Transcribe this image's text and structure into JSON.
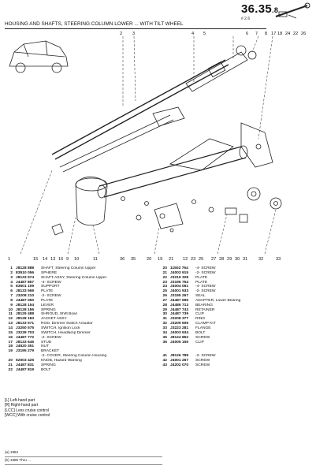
{
  "header": {
    "section_number": "36.35",
    "section_suffix": ".8",
    "section_sub": "# 2.6",
    "title": "HOUSING AND SHAFTS, STEERING COLUMN LOWER ... WITH TILT WHEEL"
  },
  "callouts": {
    "top": [
      "2",
      "3",
      "4",
      "5",
      "6",
      "7",
      "8",
      "17",
      "18",
      "24",
      "22",
      "26"
    ],
    "bottom": [
      "1",
      "15",
      "14",
      "13",
      "16",
      "9",
      "10",
      "11",
      "36",
      "35",
      "20",
      "19",
      "21",
      "12",
      "23",
      "25",
      "27",
      "28",
      "29",
      "30",
      "31",
      "32",
      "33"
    ]
  },
  "parts_left": [
    {
      "ref": "1",
      "part": "J8128 888",
      "desc": "SHAFT, Steering Column Upper"
    },
    {
      "ref": "2",
      "part": "83510 056",
      "desc": "SPHERE"
    },
    {
      "ref": "3",
      "part": "J8133 574",
      "desc": "SHAFT ASSY, Steering Column Upper"
    },
    {
      "ref": "4",
      "part": "J4487 867",
      "desc": "-4- SCREW"
    },
    {
      "ref": "5",
      "part": "83501 109",
      "desc": "SUPPORT"
    },
    {
      "ref": "6",
      "part": "J8133 569",
      "desc": "PLATE"
    },
    {
      "ref": "7",
      "part": "J3208 210",
      "desc": "-2- SCREW"
    },
    {
      "ref": "8",
      "part": "J4487 060",
      "desc": "PLATE"
    },
    {
      "ref": "9",
      "part": "J8128 154",
      "desc": "LEVER"
    },
    {
      "ref": "10",
      "part": "J8128 156",
      "desc": "SPRING"
    },
    {
      "ref": "11",
      "part": "J8129 488",
      "desc": "SHROUD, Shift Bowl"
    },
    {
      "ref": "12",
      "part": "J8128 183",
      "desc": "JACKET ASSY"
    },
    {
      "ref": "13",
      "part": "J8133 571",
      "desc": "ROD, Dimmer Switch Actuator"
    },
    {
      "ref": "14",
      "part": "J3250 575",
      "desc": "SWITCH, Ignition Lock"
    },
    {
      "ref": "15",
      "part": "J3239 703",
      "desc": "SWITCH, Headlamp Dimmer"
    },
    {
      "ref": "16",
      "part": "J4487 772",
      "desc": "-2- SCREW"
    },
    {
      "ref": "17",
      "part": "J8133 646",
      "desc": "STUD"
    },
    {
      "ref": "18",
      "part": "J4520 351",
      "desc": "NUT"
    },
    {
      "ref": "19",
      "part": "J3195 279",
      "desc": "BRACKET"
    },
    {
      "ref": "",
      "part": "",
      "desc": "-2- COVER, Steering Column Housing"
    },
    {
      "ref": "20",
      "part": "52003 425",
      "desc": "KNOB, Hazard Warning"
    },
    {
      "ref": "21",
      "part": "J4487 831",
      "desc": "SPRING"
    },
    {
      "ref": "22",
      "part": "J4487 819",
      "desc": "BOLT"
    }
  ],
  "parts_right": [
    {
      "ref": "20",
      "part": "11502 764",
      "desc": "-4- SCREW"
    },
    {
      "ref": "21",
      "part": "J4003 915",
      "desc": "-2- SCREW"
    },
    {
      "ref": "22",
      "part": "J3219 328",
      "desc": "PLATE"
    },
    {
      "ref": "23",
      "part": "J3196 754",
      "desc": "PLATE"
    },
    {
      "ref": "24",
      "part": "J4004 061",
      "desc": "-4- SCREW"
    },
    {
      "ref": "25",
      "part": "J4001 933",
      "desc": "-2- SCREW"
    },
    {
      "ref": "26",
      "part": "J3195 267",
      "desc": "SEAL"
    },
    {
      "ref": "27",
      "part": "J4487 696",
      "desc": "ADAPTER, Lower Bearing"
    },
    {
      "ref": "28",
      "part": "J4486 713",
      "desc": "BEARING"
    },
    {
      "ref": "29",
      "part": "J4487 743",
      "desc": "RETAINER"
    },
    {
      "ref": "30",
      "part": "J4487 739",
      "desc": "CLIP"
    },
    {
      "ref": "31",
      "part": "J3208 377",
      "desc": "RING"
    },
    {
      "ref": "32",
      "part": "J3209 606",
      "desc": "CLAMP KIT"
    },
    {
      "ref": "33",
      "part": "J3223 281",
      "desc": "FLANGE"
    },
    {
      "ref": "34",
      "part": "J4003 934",
      "desc": "BOLT"
    },
    {
      "ref": "35",
      "part": "J8124 852",
      "desc": "SCREW"
    },
    {
      "ref": "36",
      "part": "J4005 155",
      "desc": "CLIP"
    },
    {
      "ref": "",
      "part": "",
      "desc": ""
    },
    {
      "ref": "",
      "part": "",
      "desc": ""
    },
    {
      "ref": "41",
      "part": "J8126 789",
      "desc": "-2- SCREW"
    },
    {
      "ref": "42",
      "part": "J4001 267",
      "desc": "SCREW"
    },
    {
      "ref": "43",
      "part": "J4202 070",
      "desc": "SCREW"
    }
  ],
  "legend": [
    "[L] Left-hand part",
    "[R] Right-hand part",
    "[LCC] Less cruise control",
    "[WCC] With cruise control"
  ],
  "footer": [
    "(a) 1984",
    "(b) 1985 Thru ..."
  ]
}
